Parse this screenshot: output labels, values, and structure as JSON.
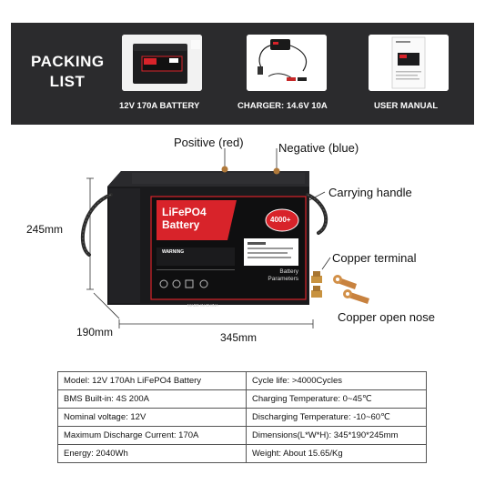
{
  "packing_list": {
    "title_line1": "PACKING",
    "title_line2": "LIST",
    "items": [
      {
        "label": "12V 170A BATTERY"
      },
      {
        "label": "CHARGER: 14.6V 10A"
      },
      {
        "label": "USER MANUAL"
      }
    ]
  },
  "callouts": {
    "positive": "Positive (red)",
    "negative": "Negative (blue)",
    "carrying_handle": "Carrying handle",
    "copper_terminal": "Copper terminal",
    "copper_open_nose": "Copper open nose"
  },
  "dimensions": {
    "height": "245mm",
    "depth": "190mm",
    "length": "345mm"
  },
  "battery_label": {
    "brand_line1": "LiFePO4",
    "brand_line2": "Battery",
    "cycles_badge": "4000+",
    "params_line1": "Battery",
    "params_line2": "Parameters",
    "warning": "WARNING",
    "made_in": "MADE IN CHINA"
  },
  "specs": [
    [
      "Model:  12V 170Ah LiFePO4 Battery",
      "Cycle life:  >4000Cycles"
    ],
    [
      "BMS Built-in:  4S 200A",
      "Charging Temperature:   0~45℃"
    ],
    [
      "Nominal voltage:  12V",
      "Discharging Temperature:   -10~60℃"
    ],
    [
      "Maximum Discharge Current:   170A",
      "Dimensions(L*W*H):  345*190*245mm"
    ],
    [
      "Energy:  2040Wh",
      "Weight:  About 15.65/Kg"
    ]
  ],
  "colors": {
    "banner": "#2b2b2d",
    "battery_body": "#1c1c1e",
    "label_red": "#d8232a"
  }
}
